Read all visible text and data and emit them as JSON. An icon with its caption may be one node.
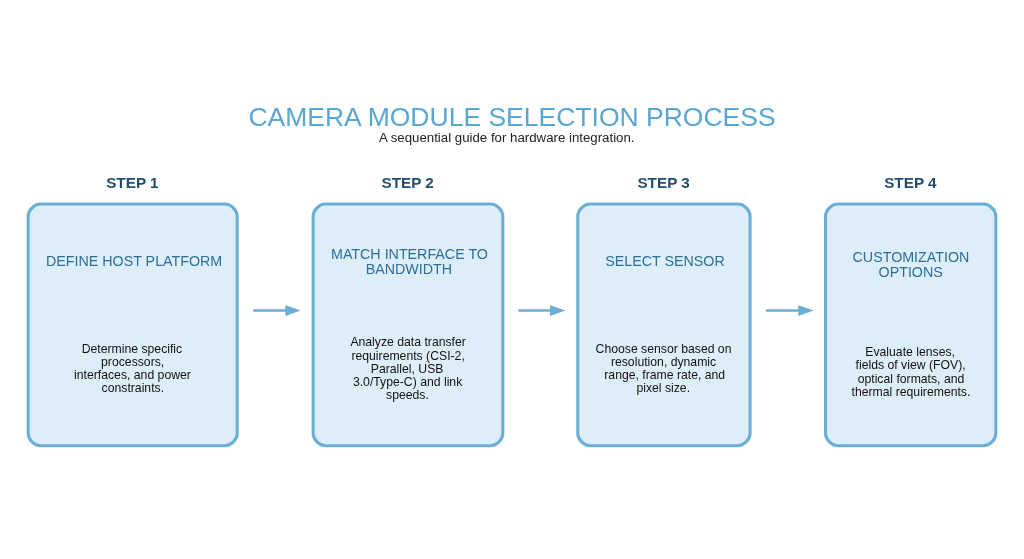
{
  "diagram": {
    "title": "CAMERA MODULE SELECTION PROCESS",
    "caption": "A sequential guide for hardware integration.",
    "nodes": [
      {
        "text": [
          "STEP 1",
          "DEFINE HOST PLATFORM",
          "Determine specific processors, interfaces, and power constraints."
        ]
      },
      {
        "text": [
          "STEP 2",
          "MATCH INTERFACE TO BANDWIDTH",
          "Analyze data transfer requirements (CSI-2, Parallel, USB 3.0/Type-C) and link speeds."
        ]
      },
      {
        "text": [
          "STEP 3",
          "SELECT SENSOR",
          "Choose sensor based on resolution, dynamic range, frame rate, and pixel size."
        ]
      },
      {
        "text": [
          "STEP 4",
          "CUSTOMIZATION OPTIONS",
          "Evaluate lenses, fields of view (FOV), optical formats, and thermal requirements."
        ]
      }
    ],
    "edges": [
      {
        "from": 0,
        "to": 1,
        "arrow": "to"
      },
      {
        "from": 1,
        "to": 2,
        "arrow": "to"
      },
      {
        "from": 2,
        "to": 3,
        "arrow": "to"
      }
    ]
  }
}
